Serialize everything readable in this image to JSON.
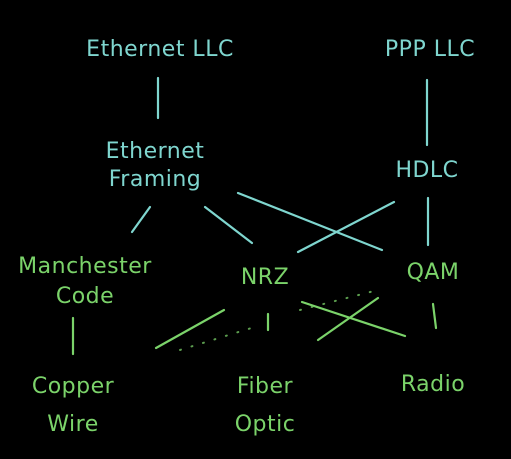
{
  "colors": {
    "upper_layers": "#7fd6cf",
    "lower_layers": "#7bd36a",
    "background": "#000000"
  },
  "nodes": {
    "ethernet_llc": "Ethernet LLC",
    "ppp_llc": "PPP LLC",
    "ethernet_framing": [
      "Ethernet",
      "Framing"
    ],
    "hdlc": "HDLC",
    "manchester_code": [
      "Manchester",
      "Code"
    ],
    "nrz": "NRZ",
    "qam": "QAM",
    "copper_wire": [
      "Copper",
      "Wire"
    ],
    "fiber_optic": [
      "Fiber",
      "Optic"
    ],
    "radio": "Radio"
  }
}
